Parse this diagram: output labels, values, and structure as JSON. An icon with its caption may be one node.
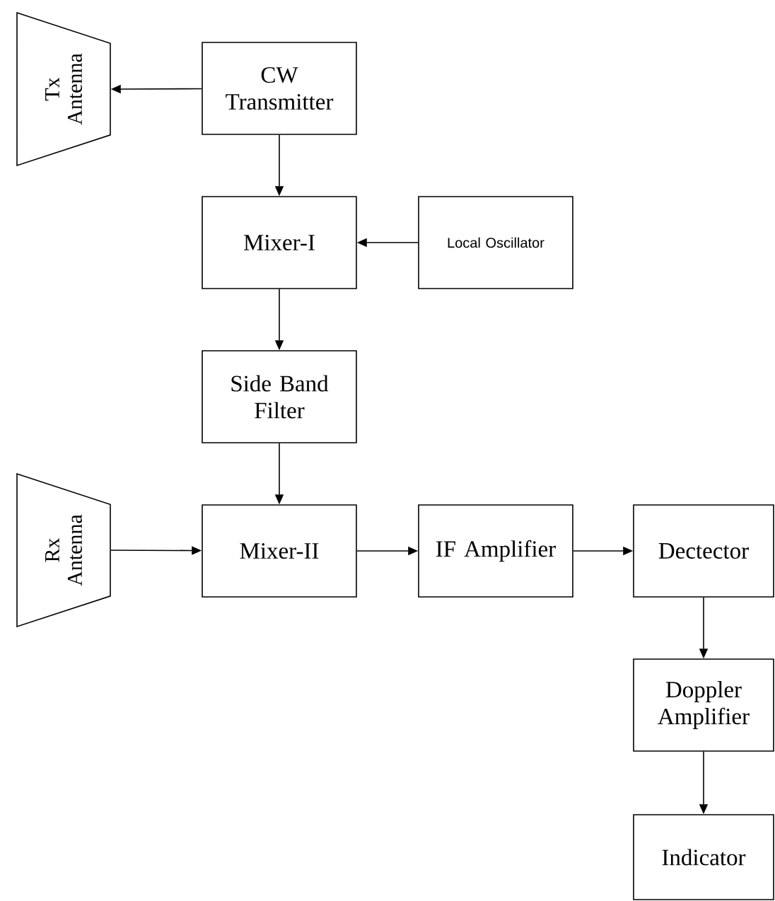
{
  "diagram": {
    "nodes": [
      {
        "text": [
          "Tx Antenna"
        ]
      },
      {
        "text": [
          "CW Transmitter"
        ]
      },
      {
        "text": [
          "Mixer-I"
        ]
      },
      {
        "text": [
          "Local Oscillator"
        ]
      },
      {
        "text": [
          "Side Band Filter"
        ]
      },
      {
        "text": [
          "Rx Antenna"
        ]
      },
      {
        "text": [
          "Mixer-II"
        ]
      },
      {
        "text": [
          "IF Amplifier"
        ]
      },
      {
        "text": [
          "Dectector"
        ]
      },
      {
        "text": [
          "Doppler Amplifier"
        ]
      },
      {
        "text": [
          "Indicator"
        ]
      }
    ],
    "edges": [
      {
        "from": 1,
        "to": 0,
        "arrow": "to"
      },
      {
        "from": 1,
        "to": 2,
        "arrow": "to"
      },
      {
        "from": 3,
        "to": 2,
        "arrow": "to"
      },
      {
        "from": 2,
        "to": 4,
        "arrow": "to"
      },
      {
        "from": 4,
        "to": 6,
        "arrow": "to"
      },
      {
        "from": 5,
        "to": 6,
        "arrow": "to"
      },
      {
        "from": 6,
        "to": 7,
        "arrow": "to"
      },
      {
        "from": 7,
        "to": 8,
        "arrow": "to"
      },
      {
        "from": 8,
        "to": 9,
        "arrow": "to"
      },
      {
        "from": 9,
        "to": 10,
        "arrow": "to"
      }
    ]
  }
}
